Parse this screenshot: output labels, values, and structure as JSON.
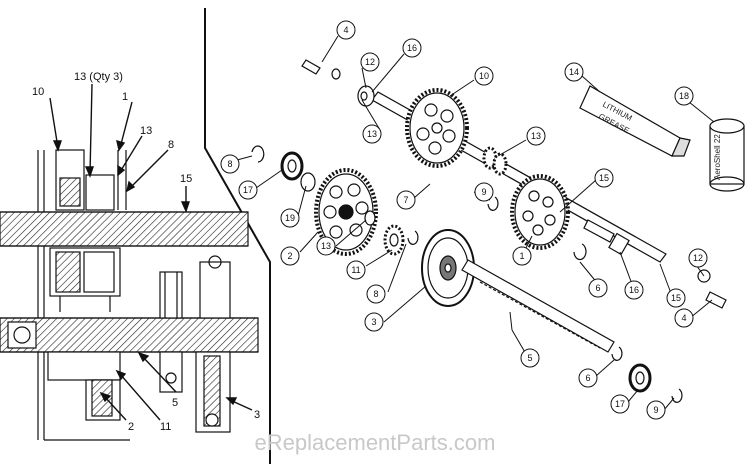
{
  "section_view": {
    "callouts": [
      {
        "id": "sv-10",
        "text": "10"
      },
      {
        "id": "sv-13q",
        "text": "13 (Qty 3)"
      },
      {
        "id": "sv-1",
        "text": "1"
      },
      {
        "id": "sv-13",
        "text": "13"
      },
      {
        "id": "sv-8",
        "text": "8"
      },
      {
        "id": "sv-15",
        "text": "15"
      },
      {
        "id": "sv-5",
        "text": "5"
      },
      {
        "id": "sv-2",
        "text": "2"
      },
      {
        "id": "sv-11",
        "text": "11"
      },
      {
        "id": "sv-3",
        "text": "3"
      }
    ]
  },
  "exploded_view": {
    "callouts": [
      {
        "id": "c-4a",
        "text": "4"
      },
      {
        "id": "c-12a",
        "text": "12"
      },
      {
        "id": "c-16a",
        "text": "16"
      },
      {
        "id": "c-10",
        "text": "10"
      },
      {
        "id": "c-13a",
        "text": "13"
      },
      {
        "id": "c-13b",
        "text": "13"
      },
      {
        "id": "c-9a",
        "text": "9"
      },
      {
        "id": "c-17a",
        "text": "17"
      },
      {
        "id": "c-19",
        "text": "19"
      },
      {
        "id": "c-8a",
        "text": "8"
      },
      {
        "id": "c-7",
        "text": "7"
      },
      {
        "id": "c-2",
        "text": "2"
      },
      {
        "id": "c-13c",
        "text": "13"
      },
      {
        "id": "c-11",
        "text": "11"
      },
      {
        "id": "c-8b",
        "text": "8"
      },
      {
        "id": "c-1",
        "text": "1"
      },
      {
        "id": "c-15a",
        "text": "15"
      },
      {
        "id": "c-6a",
        "text": "6"
      },
      {
        "id": "c-16b",
        "text": "16"
      },
      {
        "id": "c-15b",
        "text": "15"
      },
      {
        "id": "c-12b",
        "text": "12"
      },
      {
        "id": "c-4b",
        "text": "4"
      },
      {
        "id": "c-3",
        "text": "3"
      },
      {
        "id": "c-5",
        "text": "5"
      },
      {
        "id": "c-6b",
        "text": "6"
      },
      {
        "id": "c-17b",
        "text": "17"
      },
      {
        "id": "c-9b",
        "text": "9"
      },
      {
        "id": "c-14",
        "text": "14"
      },
      {
        "id": "c-18",
        "text": "18"
      }
    ],
    "grease_tube_text": [
      "LITHIUM",
      "GREASE"
    ],
    "tin_text": "AeroShell 22"
  },
  "watermark": "eReplacementParts.com",
  "colors": {
    "line": "#111111",
    "background": "#ffffff",
    "watermark": "#c8c8c8"
  }
}
